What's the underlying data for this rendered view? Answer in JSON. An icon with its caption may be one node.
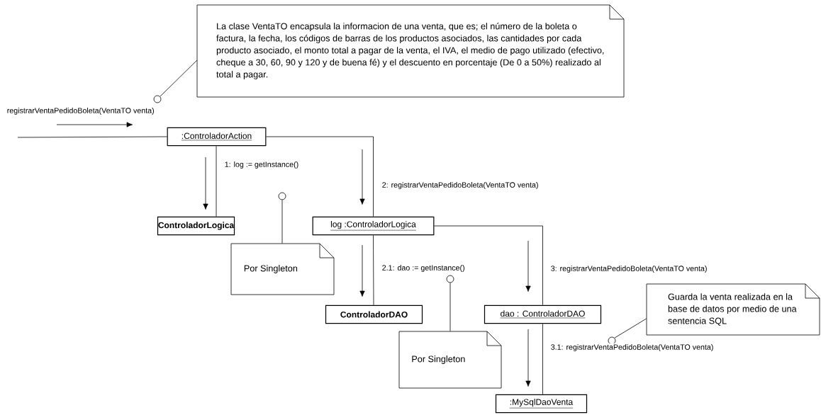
{
  "diagram": {
    "nodes": [
      {
        "text": [
          ":ControladorAction"
        ]
      },
      {
        "text": [
          "ControladorLogica"
        ]
      },
      {
        "text": [
          "log :ControladorLogica"
        ]
      },
      {
        "text": [
          "ControladorDAO"
        ]
      },
      {
        "text": [
          "dao : ControladorDAO"
        ]
      },
      {
        "text": [
          ":MySqlDaoVenta"
        ]
      },
      {
        "text": [
          "La clase VentaTO encapsula la informacion de una venta, que es; el número de la boleta o factura, la fecha, los códigos de barras de los productos asociados, las cantidades por cada producto asociado, el monto total a pagar de la venta, el IVA, el medio de pago utilizado (efectivo, cheque a 30, 60, 90 y 120 y de buena fé) y el descuento en porcentaje (De 0 a 50%) realizado al total a pagar."
        ]
      },
      {
        "text": [
          "Por Singleton"
        ]
      },
      {
        "text": [
          "Por Singleton"
        ]
      },
      {
        "text": [
          "Guarda la venta realizada en la base de datos por medio de una sentencia SQL"
        ]
      },
      {
        "text": [],
        "shape": "circle"
      },
      {
        "text": [],
        "shape": "circle"
      },
      {
        "text": [],
        "shape": "circle"
      },
      {
        "text": [],
        "shape": "circle"
      }
    ],
    "edges": [
      {
        "from": null,
        "to": 0,
        "arrow": "none",
        "label": "registrarVentaPedidoBoleta(VentaTO venta)"
      },
      {
        "from": 0,
        "to": 1,
        "arrow": "none",
        "label": "1: log := getInstance()"
      },
      {
        "from": 0,
        "to": 2,
        "arrow": "none",
        "label": "2: registrarVentaPedidoBoleta(VentaTO venta)"
      },
      {
        "from": 2,
        "to": 3,
        "arrow": "none",
        "label": "2.1: dao := getInstance()"
      },
      {
        "from": 2,
        "to": 4,
        "arrow": "none",
        "label": "3: registrarVentaPedidoBoleta(VentaTO venta)"
      },
      {
        "from": 4,
        "to": 5,
        "arrow": "none",
        "label": "3.1: registrarVentaPedidoBoleta(VentaTO venta)"
      },
      {
        "from": 6,
        "to": 10,
        "arrow": "none"
      },
      {
        "from": 7,
        "to": 11,
        "arrow": "none"
      },
      {
        "from": 8,
        "to": 12,
        "arrow": "none"
      },
      {
        "from": 9,
        "to": 13,
        "arrow": "none"
      }
    ]
  }
}
